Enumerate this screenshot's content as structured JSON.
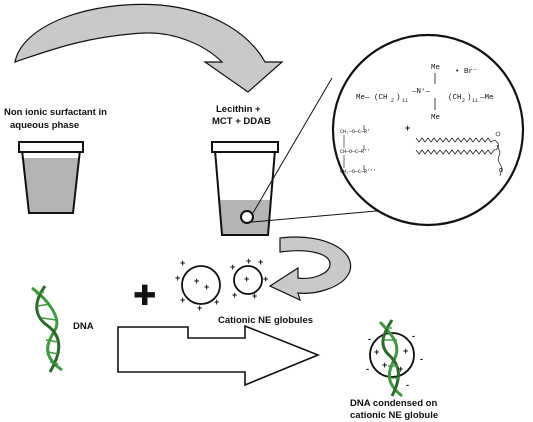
{
  "labels": {
    "surfactant_line1": "Non ionic surfactant in",
    "surfactant_line2": "aqueous phase",
    "oil_line1": "Lecithin +",
    "oil_line2": "MCT + DDAB",
    "dna": "DNA",
    "globules": "Cationic NE  globules",
    "result_line1": "DNA condensed on",
    "result_line2": "cationic NE globule"
  },
  "chemistry": {
    "ddab_me_top": "Me",
    "ddab_bromide": "• Br⁻",
    "ddab_left_chain": "Me— (CH",
    "ddab_left_sub": "2",
    "ddab_left_close": ")",
    "ddab_left_n": "11",
    "ddab_nitrogen": "—N⁺—",
    "ddab_right_chain": "(CH",
    "ddab_right_sub": "2",
    "ddab_right_close": ")",
    "ddab_right_n": "11",
    "ddab_right_me": "—Me",
    "ddab_me_bottom": "Me",
    "plus": "+",
    "mct_row1": "CH₂—O—C—R'",
    "mct_row2": "CH—O—C—R''",
    "mct_row3": "CH₂—O—C—R'''"
  },
  "symbols": {
    "big_plus": "✚",
    "plus_charge": "+",
    "minus_charge": "-"
  },
  "colors": {
    "arrow_gray": "#c9c9c9",
    "liquid_gray": "#b4b4b4",
    "dna_green": "#3f9a3f",
    "dna_dark": "#2a6a2a",
    "outline": "#111111"
  }
}
